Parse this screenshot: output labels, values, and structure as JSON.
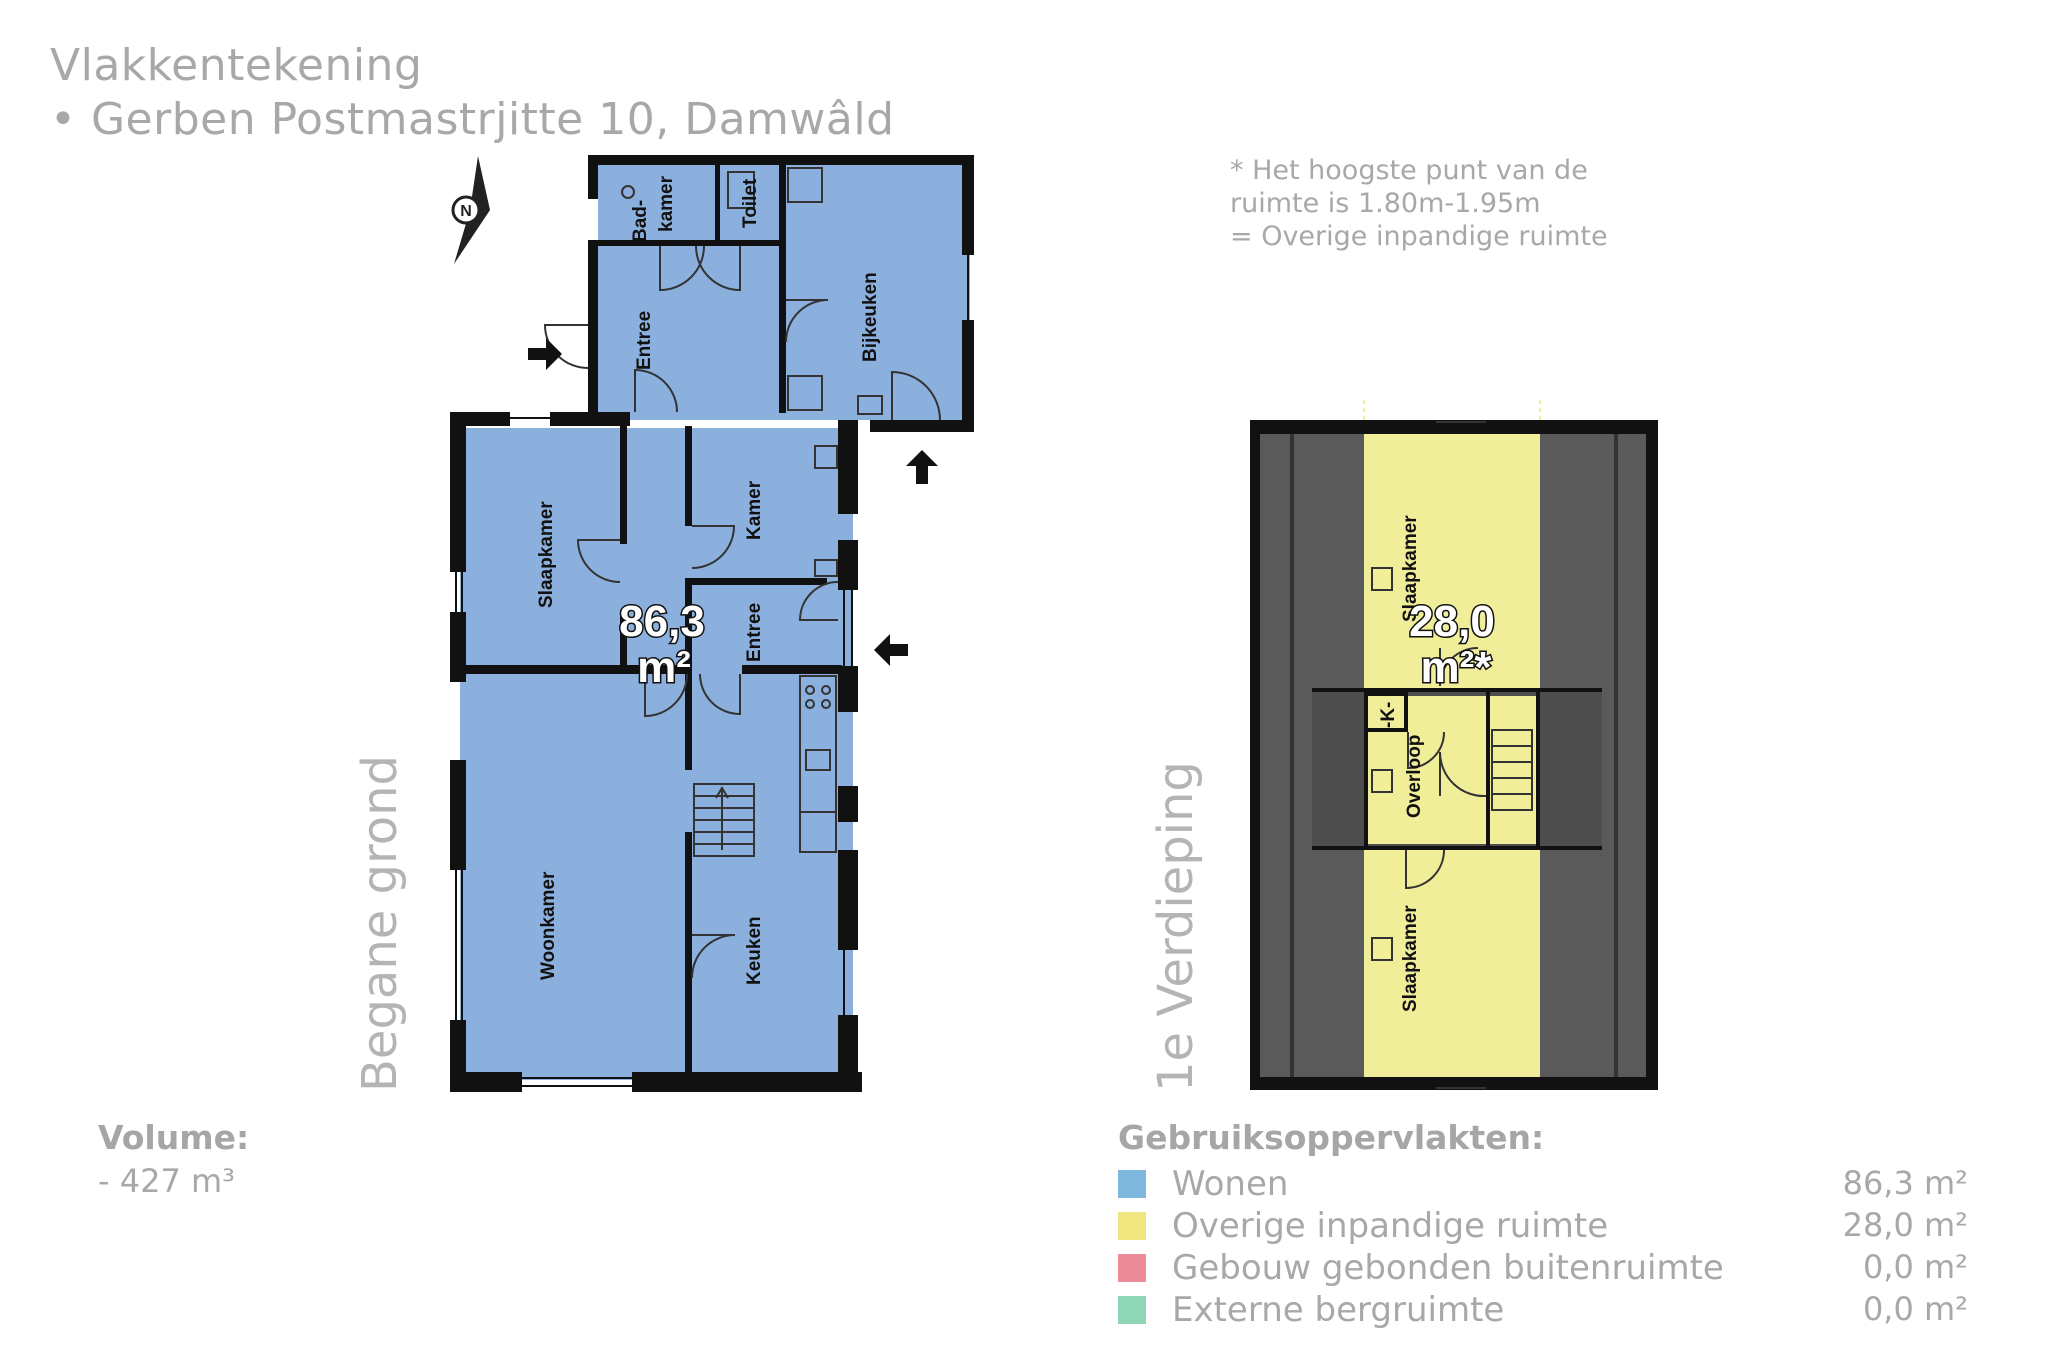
{
  "header": {
    "line1": "Vlakkentekening",
    "line2": "• Gerben Postmastrjitte 10, Damwâld"
  },
  "note": {
    "line1": "* Het hoogste punt van de",
    "line2": "ruimte is 1.80m-1.95m",
    "line3": "= Overige inpandige ruimte"
  },
  "compass": {
    "letter": "N"
  },
  "ground_floor": {
    "level_label": "Begane grond",
    "area_number": "86,3",
    "area_unit": "m²",
    "rooms": {
      "badkamer_1": "Bad-",
      "badkamer_2": "kamer",
      "toilet": "Toilet",
      "entree_top": "Entree",
      "bijkeuken": "Bijkeuken",
      "slaapkamer": "Slaapkamer",
      "kamer": "Kamer",
      "entree_mid": "Entree",
      "woonkamer": "Woonkamer",
      "keuken": "Keuken"
    }
  },
  "first_floor": {
    "level_label": "1e Verdieping",
    "area_number": "28,0",
    "area_unit": "m²*",
    "rooms": {
      "slaapkamer_top": "Slaapkamer",
      "kast": "-K-",
      "overloop": "Overloop",
      "slaapkamer_bottom": "Slaapkamer"
    }
  },
  "volume": {
    "heading": "Volume:",
    "value": "- 427 m³"
  },
  "legend": {
    "heading": "Gebruiksoppervlakten:",
    "items": [
      {
        "label": "Wonen",
        "value": "86,3 m²",
        "color": "#7fb7dd"
      },
      {
        "label": "Overige inpandige ruimte",
        "value": "28,0 m²",
        "color": "#efe67f"
      },
      {
        "label": "Gebouw gebonden buitenruimte",
        "value": "0,0 m²",
        "color": "#ec8c9a"
      },
      {
        "label": "Externe bergruimte",
        "value": "0,0 m²",
        "color": "#8fd6b7"
      }
    ]
  },
  "colors": {
    "living_fill": "#8bb0dd",
    "other_fill": "#f1ee9a",
    "wall": "#111111",
    "roof": "#5a5a5a"
  }
}
